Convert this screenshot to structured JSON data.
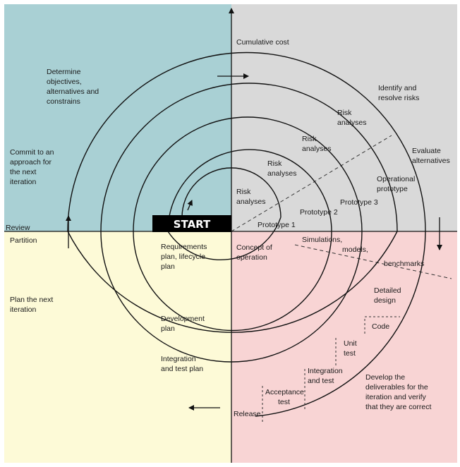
{
  "colors": {
    "quadrant_top_left": "#a9d0d4",
    "quadrant_top_right": "#d9d9d9",
    "quadrant_bottom_left": "#fdfad7",
    "quadrant_bottom_right": "#f8d4d4",
    "start_box": "#000000",
    "line": "#111111"
  },
  "axis": {
    "cumulative_cost": "Cumulative cost",
    "review": "Review"
  },
  "start_label": "START",
  "quadrants": {
    "top_left": {
      "determine": [
        "Determine",
        "objectives,",
        "alternatives and",
        "constrains"
      ],
      "commit": [
        "Commit to an",
        "approach for",
        "the next",
        "iteration"
      ]
    },
    "top_right": {
      "identify": [
        "Identify and",
        "resolve risks"
      ],
      "evaluate": [
        "Evaluate",
        "alternatives"
      ],
      "risk_analyses_1": [
        "Risk",
        "analyses"
      ],
      "risk_analyses_2": [
        "Risk",
        "analyses"
      ],
      "risk_analyses_3": [
        "Risk",
        "analyses"
      ],
      "risk_analyses_4": [
        "Risk",
        "analyses"
      ],
      "prototype_1": "Prototype 1",
      "prototype_2": "Prototype 2",
      "prototype_3": "Prototype 3",
      "operational_prototype": [
        "Operational",
        "prototype"
      ]
    },
    "bottom_left": {
      "partition": "Partition",
      "plan_next": [
        "Plan the next",
        "iteration"
      ],
      "requirements_plan": [
        "Requirements",
        "plan, lifecycle",
        "plan"
      ],
      "development_plan": [
        "Development",
        "plan"
      ],
      "integration_plan": [
        "Integration",
        "and test plan"
      ]
    },
    "bottom_right": {
      "concept": [
        "Concept of",
        "operation"
      ],
      "simulations": "Simulations,",
      "models": "models,",
      "benchmarks": "benchmarks",
      "detailed_design": [
        "Detailed",
        "design"
      ],
      "code": "Code",
      "unit_test": [
        "Unit",
        "test"
      ],
      "integration_test": [
        "Integration",
        "and test"
      ],
      "acceptance_test": [
        "Acceptance",
        "test"
      ],
      "release": "Release",
      "develop": [
        "Develop the",
        "deliverables for the",
        "iteration and verify",
        "that they are correct"
      ]
    }
  }
}
